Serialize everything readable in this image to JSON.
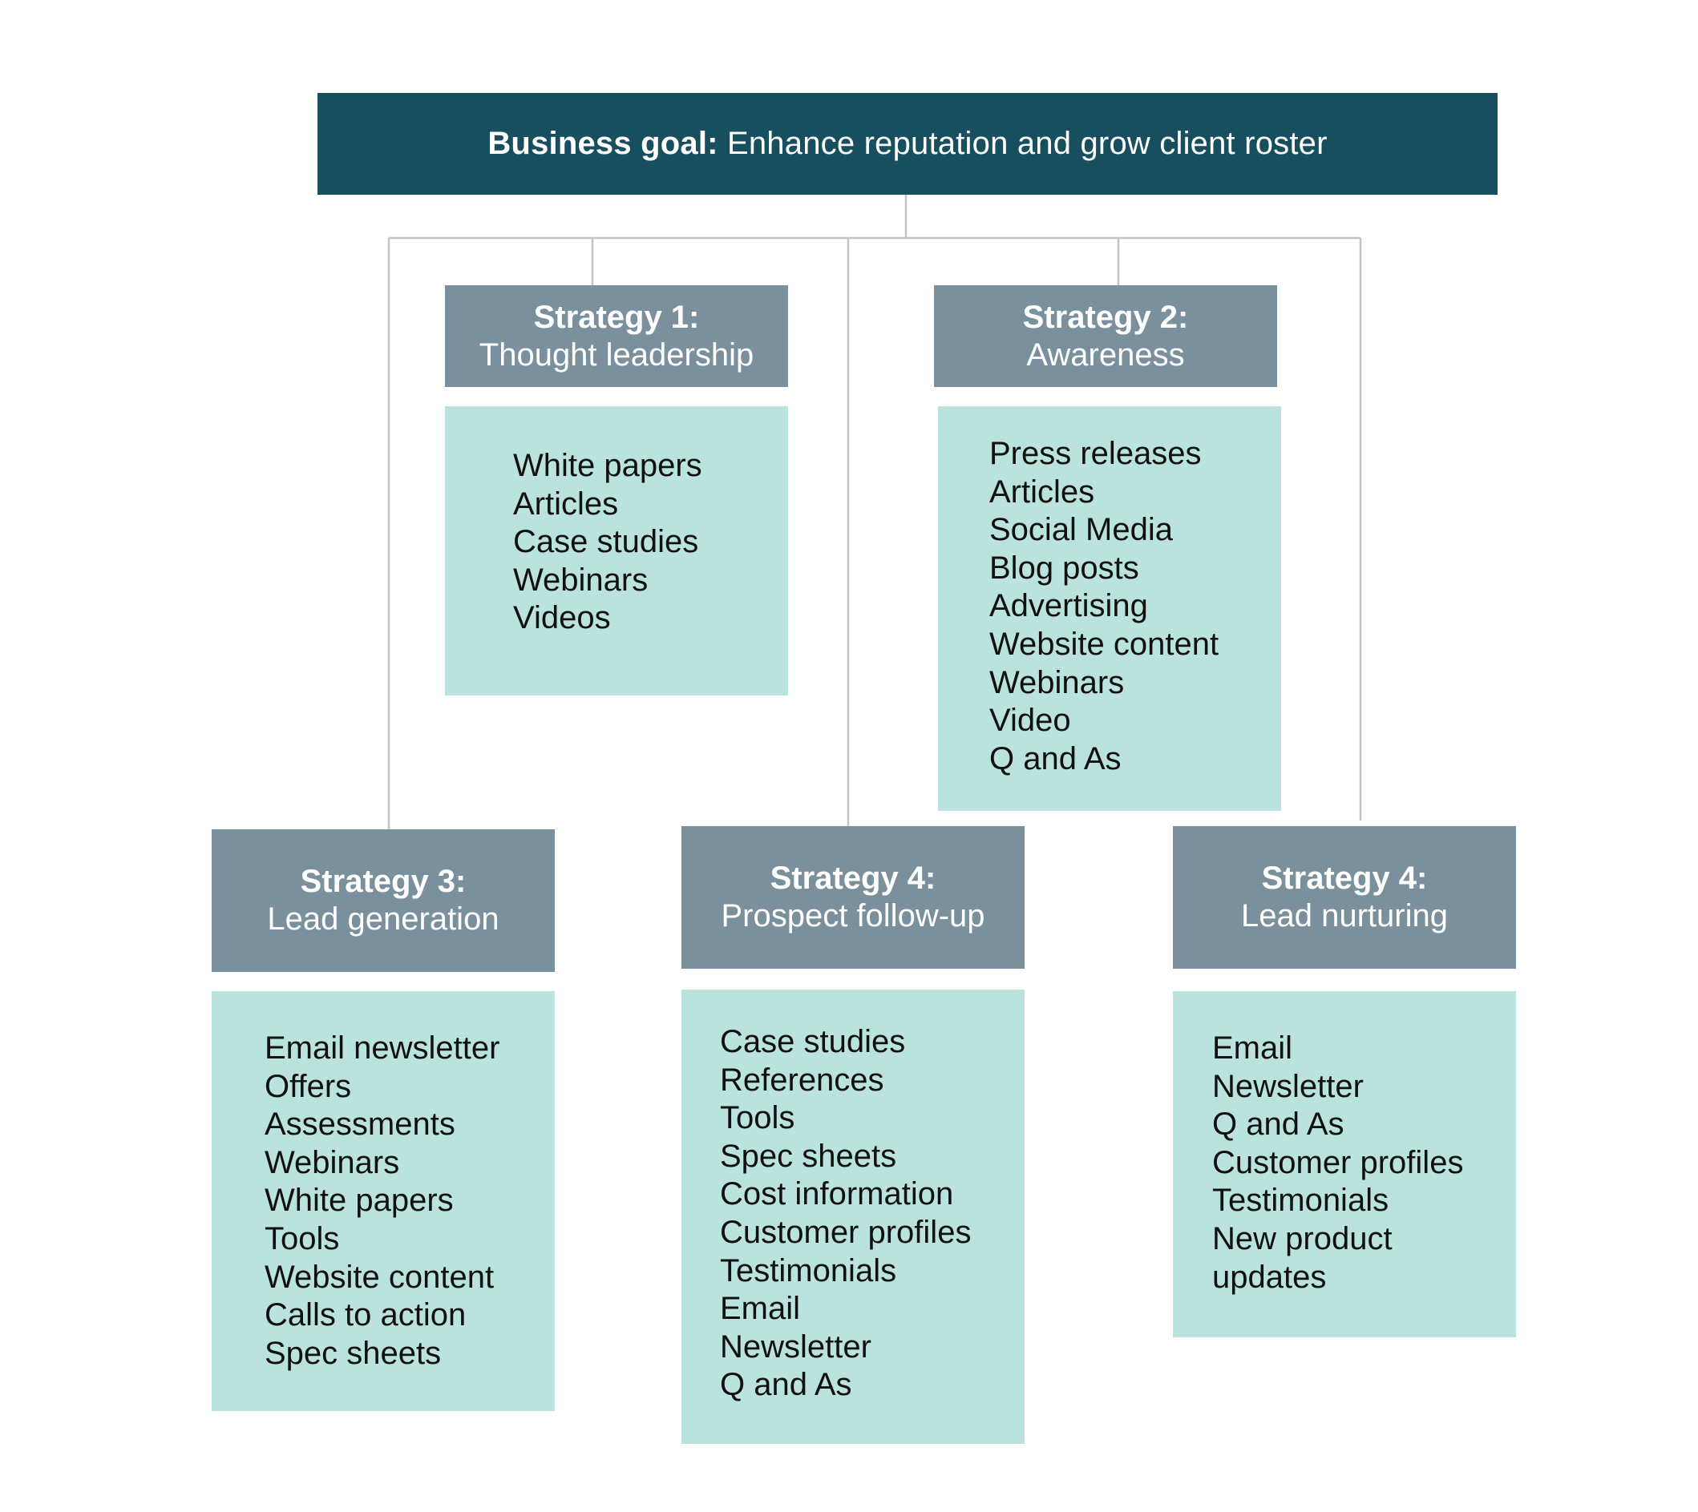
{
  "goal": {
    "label": "Business goal:",
    "text": "Enhance reputation and grow client roster"
  },
  "colors": {
    "goal_background": "#184f5f",
    "strategy_header_background": "#7a909c",
    "tactics_background": "#bae3dd",
    "connector_line": "#c4c4c4"
  },
  "strategies": [
    {
      "number_label": "Strategy 1:",
      "name": "Thought leadership",
      "tactics": [
        "White papers",
        "Articles",
        "Case studies",
        "Webinars",
        "Videos"
      ]
    },
    {
      "number_label": "Strategy 2:",
      "name": "Awareness",
      "tactics": [
        "Press releases",
        "Articles",
        "Social Media",
        "Blog posts",
        "Advertising",
        "Website content",
        "Webinars",
        "Video",
        "Q and As"
      ]
    },
    {
      "number_label": "Strategy 3:",
      "name": "Lead generation",
      "tactics": [
        "Email newsletter",
        "Offers",
        "Assessments",
        "Webinars",
        "White papers",
        "Tools",
        "Website content",
        "Calls to action",
        "Spec sheets"
      ]
    },
    {
      "number_label": "Strategy 4:",
      "name": "Prospect follow-up",
      "tactics": [
        "Case studies",
        "References",
        "Tools",
        "Spec sheets",
        "Cost information",
        "Customer profiles",
        "Testimonials",
        "Email",
        "Newsletter",
        "Q and As"
      ]
    },
    {
      "number_label": "Strategy 4:",
      "name": "Lead nurturing",
      "tactics": [
        "Email",
        "Newsletter",
        "Q and As",
        "Customer profiles",
        "Testimonials",
        "New product updates"
      ]
    }
  ]
}
